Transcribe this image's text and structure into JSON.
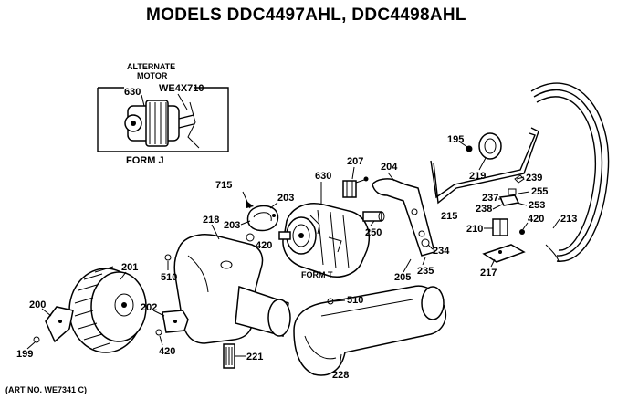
{
  "title": "MODELS DDC4497AHL, DDC4498AHL",
  "art_number": "(ART NO. WE7341 C)",
  "alternate_motor": {
    "heading_line1": "ALTERNATE",
    "heading_line2": "MOTOR",
    "form_label": "FORM J",
    "part_number": "WE4X710",
    "motor_ref": "630"
  },
  "parts": {
    "p195": "195",
    "p199": "199",
    "p200": "200",
    "p201": "201",
    "p202": "202",
    "p203a": "203",
    "p203b": "203",
    "p204": "204",
    "p205": "205",
    "p207": "207",
    "p210": "210",
    "p213": "213",
    "p215": "215",
    "p217": "217",
    "p218": "218",
    "p219": "219",
    "p221": "221",
    "p228": "228",
    "p234": "234",
    "p235": "235",
    "p237": "237",
    "p238": "238",
    "p239": "239",
    "p250": "250",
    "p253": "253",
    "p255": "255",
    "p420a": "420",
    "p420b": "420",
    "p420c": "420",
    "p510a": "510",
    "p510b": "510",
    "p630": "630",
    "p715": "715",
    "form_t": "FORM T"
  }
}
